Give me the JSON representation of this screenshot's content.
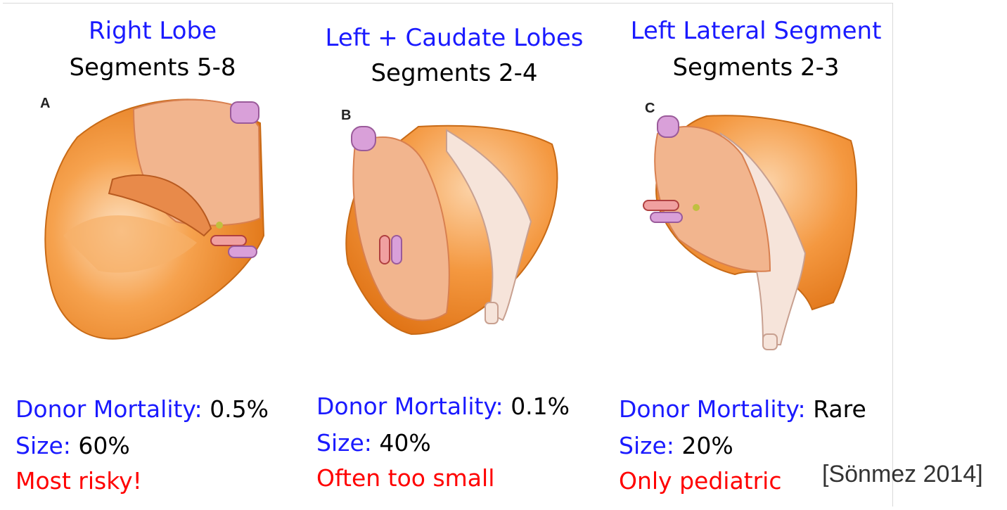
{
  "panels": [
    {
      "title": "Right Lobe",
      "segments": "Segments 5-8",
      "letter": "A",
      "mortality_label": "Donor Mortality:",
      "mortality_value": "0.5%",
      "size_label": "Size:",
      "size_value": "60%",
      "note": "Most risky!"
    },
    {
      "title": "Left + Caudate Lobes",
      "segments": "Segments 2-4",
      "letter": "B",
      "mortality_label": "Donor Mortality:",
      "mortality_value": "0.1%",
      "size_label": "Size:",
      "size_value": "40%",
      "note": "Often too small"
    },
    {
      "title": "Left Lateral Segment",
      "segments": "Segments 2-3",
      "letter": "C",
      "mortality_label": "Donor Mortality:",
      "mortality_value": "Rare",
      "size_label": "Size:",
      "size_value": "20%",
      "note": "Only pediatric"
    }
  ],
  "citation": "[Sönmez 2014]",
  "colors": {
    "title_blue": "#1a1aff",
    "warning_red": "#ff0000",
    "liver_orange": "#f08a2a",
    "parenchyma": "#f2b58e",
    "vessel_purple": "#d9a0d9"
  }
}
